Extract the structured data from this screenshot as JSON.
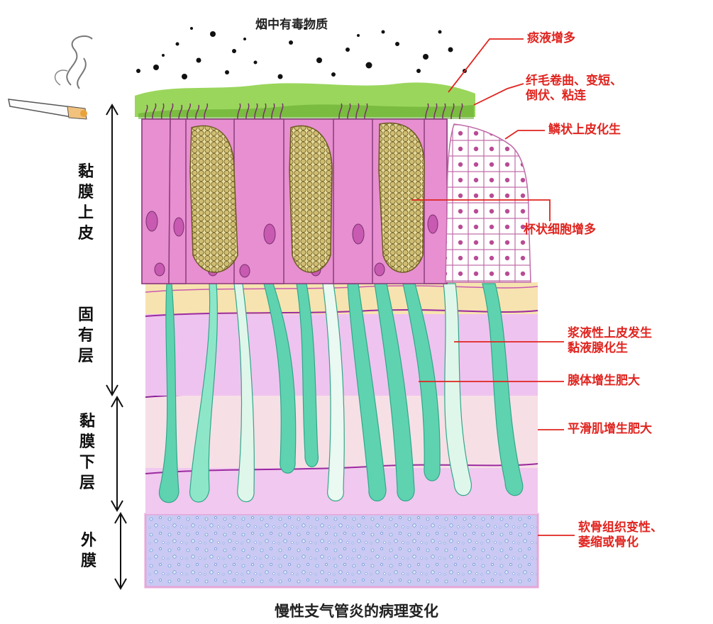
{
  "top_label": "烟中有毒物质",
  "caption": "慢性支气管炎的病理变化",
  "layers": {
    "mucosa_epithelium": "黏膜上皮",
    "lamina_propria": "固有层",
    "submucosa": "黏膜下层",
    "adventitia": "外膜"
  },
  "annotations": {
    "sputum": "痰液增多",
    "cilia": "纤毛卷曲、变短、\n倒伏、粘连",
    "squamous": "鳞状上皮化生",
    "goblet": "杯状细胞增多",
    "serous": "浆液性上皮发生\n黏液腺化生",
    "gland": "腺体增生肥大",
    "smooth_muscle": "平滑肌增生肥大",
    "cartilage": "软骨组织变性、\n萎缩或骨化"
  },
  "colors": {
    "annotation_red": "#e0241f",
    "epithelium_pink": "#e78fd0",
    "goblet_yellow": "#d8c98a",
    "gland_teal": "#5fd3b0",
    "mucus_green": "#8fd14a",
    "adventitia_blue": "#c9c9f3"
  }
}
